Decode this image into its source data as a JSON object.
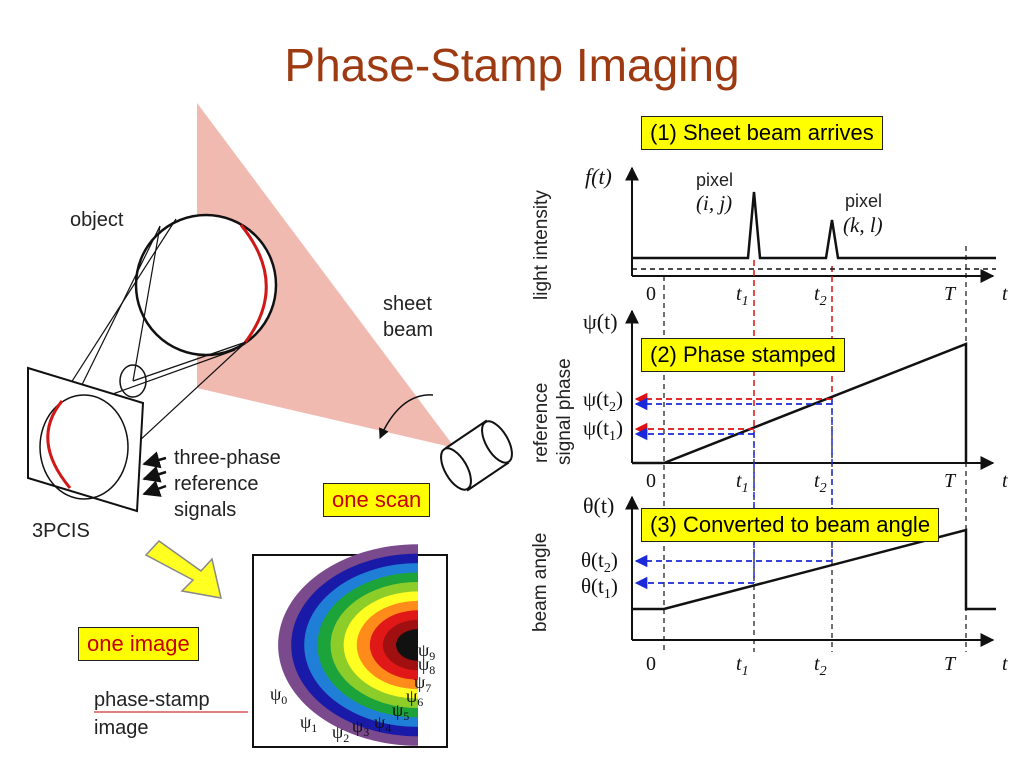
{
  "title": "Phase-Stamp Imaging",
  "left_diagram": {
    "object_label": "object",
    "sheet_beam_label": [
      "sheet",
      "beam"
    ],
    "reference_label": [
      "three-phase",
      "reference",
      "signals"
    ],
    "sensor_label": "3PCIS",
    "one_scan": "one scan",
    "one_image": "one image",
    "phase_stamp_label": [
      "phase-stamp",
      "image"
    ],
    "psi_labels": [
      {
        "base": "ψ",
        "sub": "0"
      },
      {
        "base": "ψ",
        "sub": "1"
      },
      {
        "base": "ψ",
        "sub": "2"
      },
      {
        "base": "ψ",
        "sub": "3"
      },
      {
        "base": "ψ",
        "sub": "4"
      },
      {
        "base": "ψ",
        "sub": "5"
      },
      {
        "base": "ψ",
        "sub": "6"
      },
      {
        "base": "ψ",
        "sub": "7"
      },
      {
        "base": "ψ",
        "sub": "8"
      },
      {
        "base": "ψ",
        "sub": "9"
      }
    ],
    "band_colors": [
      "#7a4a8c",
      "#1a1aa8",
      "#1f7fd6",
      "#1ca33a",
      "#8ccd2a",
      "#ffff22",
      "#ff8c1a",
      "#e01818",
      "#a01010",
      "#111111"
    ]
  },
  "right_diagram": {
    "callout_1": "(1) Sheet beam arrives",
    "callout_2": "(2) Phase stamped",
    "callout_3": "(3) Converted to beam angle",
    "panel1": {
      "ylabel": "light intensity",
      "yfunc": "f(t)",
      "pixel_a": [
        "pixel",
        "(i, j)"
      ],
      "pixel_b": [
        "pixel",
        "(k, l)"
      ]
    },
    "panel2": {
      "ylabel": [
        "reference",
        "signal phase"
      ],
      "yfunc": "ψ(t)",
      "marker_t2": "ψ(t",
      "marker_t1": "ψ(t"
    },
    "panel3": {
      "ylabel": "beam angle",
      "yfunc": "θ(t)",
      "marker_t2": "θ(t",
      "marker_t1": "θ(t"
    },
    "axis_t": "t",
    "tick_0": "0",
    "tick_t": "t",
    "tick_T": "T",
    "sub_1": "1",
    "sub_2": "2",
    "close_paren": ")",
    "colors": {
      "red_guide": "#dd1111",
      "blue_guide": "#1a2ad8",
      "callout_bg": "#ffff00",
      "beam_fill": "#f0b2a8",
      "title": "#9e3a12"
    }
  }
}
